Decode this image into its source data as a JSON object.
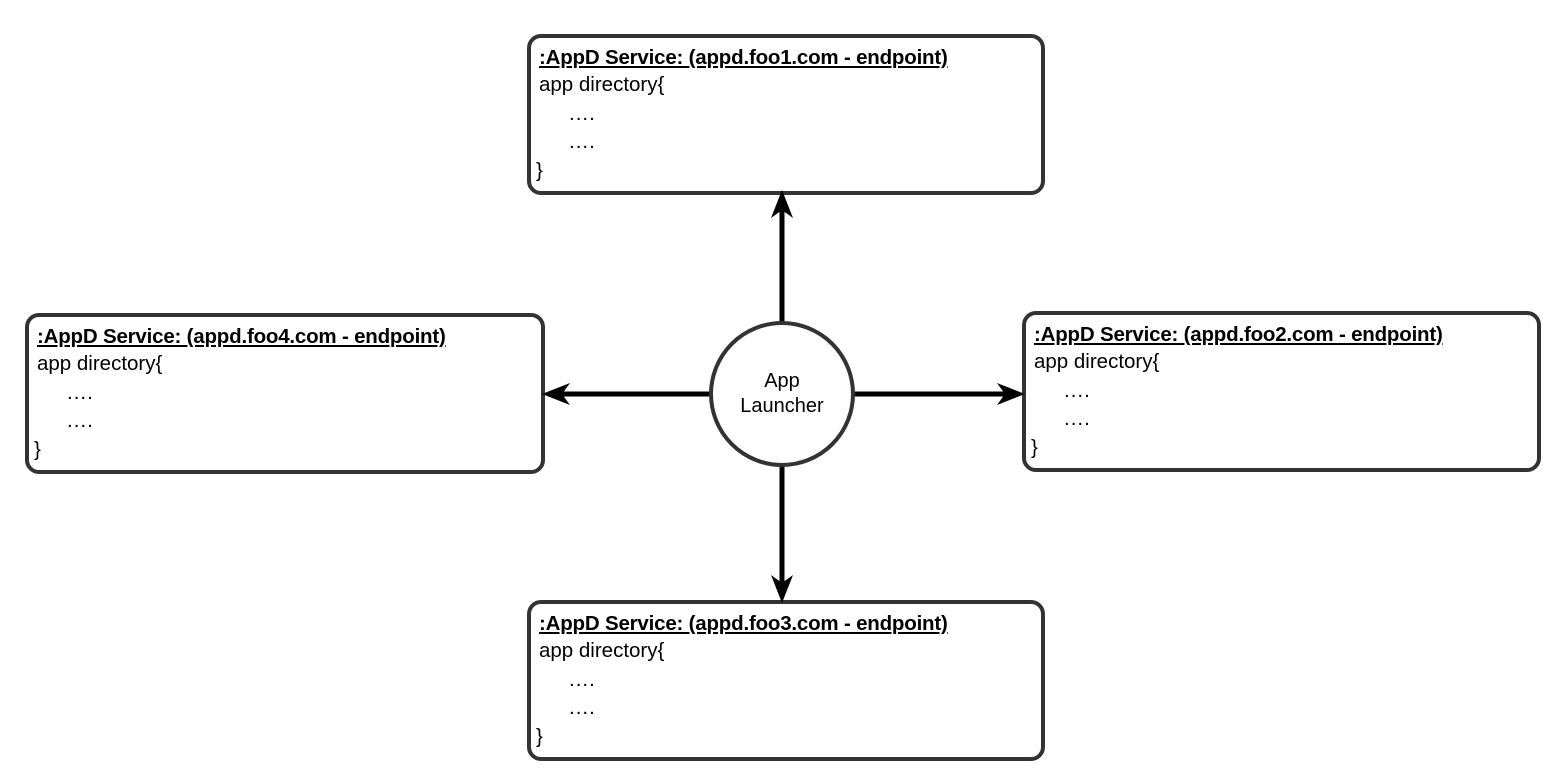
{
  "diagram": {
    "hub": {
      "name": "App Launcher",
      "label_line1": "App",
      "label_line2": "Launcher"
    },
    "body_lines": {
      "open": "app directory{",
      "dots1": "....",
      "dots2": "....",
      "close": "}"
    },
    "services": [
      {
        "id": "foo1",
        "position": "top",
        "title": ":AppD Service: (appd.foo1.com - endpoint)",
        "line_open": "app directory{",
        "line_dots1": "....",
        "line_dots2": "....",
        "line_close": "}"
      },
      {
        "id": "foo4",
        "position": "left",
        "title": ":AppD Service: (appd.foo4.com - endpoint)",
        "line_open": "app directory{",
        "line_dots1": "....",
        "line_dots2": "....",
        "line_close": "}"
      },
      {
        "id": "foo2",
        "position": "right",
        "title": ":AppD Service: (appd.foo2.com - endpoint)",
        "line_open": "app directory{",
        "line_dots1": "....",
        "line_dots2": "....",
        "line_close": "}"
      },
      {
        "id": "foo3",
        "position": "bottom",
        "title": ":AppD Service: (appd.foo3.com - endpoint)",
        "line_open": "app directory{",
        "line_dots1": "....",
        "line_dots2": "....",
        "line_close": "}"
      }
    ],
    "connectors": [
      {
        "id": "hub-to-foo1",
        "direction": "up",
        "from": "App Launcher",
        "to": "appd.foo1.com"
      },
      {
        "id": "hub-to-foo2",
        "direction": "right",
        "from": "App Launcher",
        "to": "appd.foo2.com"
      },
      {
        "id": "hub-to-foo3",
        "direction": "down",
        "from": "App Launcher",
        "to": "appd.foo3.com"
      },
      {
        "id": "hub-to-foo4",
        "direction": "left",
        "from": "App Launcher",
        "to": "appd.foo4.com"
      }
    ],
    "colors": {
      "stroke": "#333333",
      "text": "#000000",
      "background": "#ffffff"
    }
  }
}
